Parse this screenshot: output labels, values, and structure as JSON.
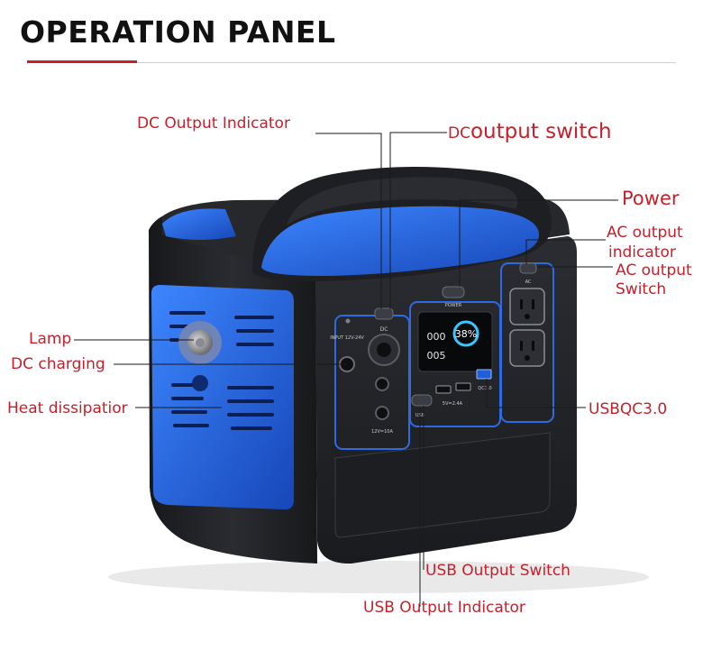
{
  "header": {
    "title": "OPERATION PANEL",
    "accent": "#c8202a"
  },
  "callouts": {
    "dc_output_indicator": "DC Output Indicator",
    "dc_output_switch_prefix": "DC",
    "dc_output_switch_main": "output switch",
    "power": "Power",
    "ac_output_indicator_line1": "AC output",
    "ac_output_indicator_line2": "indicator",
    "ac_output_switch_line1": "AC output",
    "ac_output_switch_line2": "Switch",
    "lamp": "Lamp",
    "dc_charging": "DC charging",
    "heat_dissipation": "Heat dissipatior",
    "usb_qc": "USBQC3.0",
    "usb_output_switch": "USB Output Switch",
    "usb_output_indicator": "USB Output Indicator"
  },
  "device": {
    "display_percent": "38%",
    "display_in": "000",
    "display_out": "005",
    "power_label": "POWER",
    "dc_label": "DC",
    "usb_label": "USB",
    "usb_ports_label": "5V=2.4A",
    "qc_label": "QC3.0",
    "input_label": "INPUT 12V-24V",
    "dc_out_label": "12V=10A",
    "ac_label": "AC",
    "colors": {
      "body": "#1c1d20",
      "blue": "#1f5fd9",
      "screen_cyan": "#38c6ff"
    }
  }
}
